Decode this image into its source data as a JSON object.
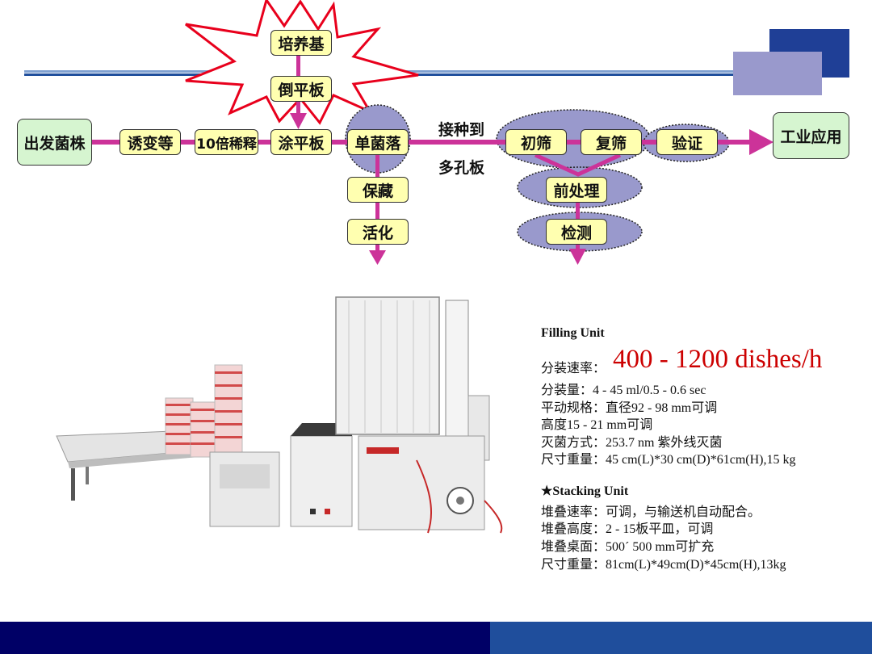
{
  "flow": {
    "start": "出发菌株",
    "mutagenesis": "诱变等",
    "dilution": "10倍稀释",
    "medium": "培养基",
    "pour_plate": "倒平板",
    "spread_plate": "涂平板",
    "single_colony": "单菌落",
    "inoculate_line1": "接种到",
    "inoculate_line2": "多孔板",
    "primary_screen": "初筛",
    "secondary_screen": "复筛",
    "verify": "验证",
    "industrial": "工业应用",
    "preserve": "保藏",
    "activate": "活化",
    "pretreat": "前处理",
    "detect": "检测"
  },
  "specs": {
    "filling_title": "Filling Unit",
    "speed_label": "分装速率：",
    "speed_value": "400 - 1200 dishes/h",
    "volume": "分装量：4 - 45 ml/0.5 - 0.6 sec",
    "plate_spec": "平动规格：直径92 - 98 mm可调",
    "height": "高度15 - 21 mm可调",
    "sterilize": "灭菌方式：253.7 nm 紫外线灭菌",
    "size_weight": "尺寸重量：45 cm(L)*30 cm(D)*61cm(H),15 kg",
    "stacking_title": "★Stacking Unit",
    "stack_speed": "堆叠速率：可调，与输送机自动配合。",
    "stack_height": "堆叠高度：2 - 15板平皿，可调",
    "stack_table": "堆叠桌面：500´ 500 mm可扩充",
    "stack_size": "尺寸重量：81cm(L)*49cm(D)*45cm(H),13kg"
  },
  "colors": {
    "arrow": "#cc3399",
    "ellipse": "#9999cc",
    "navy": "#000066",
    "blue": "#1f4e9c",
    "lavender": "#9999cc",
    "speed_red": "#cc0000"
  },
  "icons": {
    "burst": "starburst-icon",
    "machine": "dish-filling-machine-illustration"
  }
}
